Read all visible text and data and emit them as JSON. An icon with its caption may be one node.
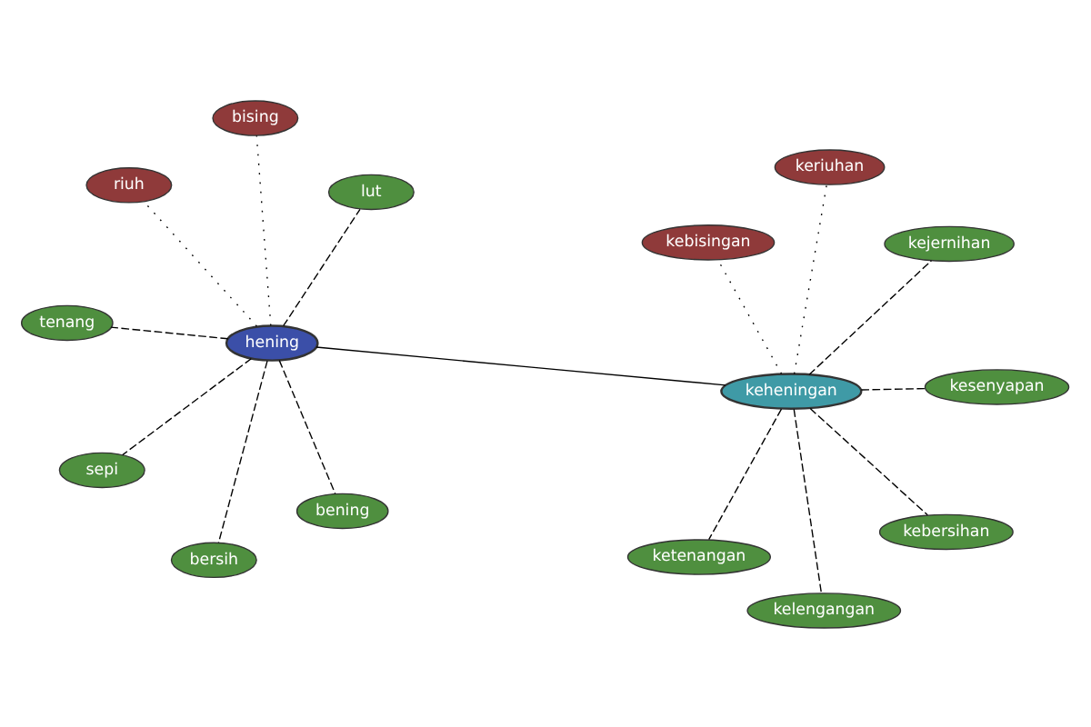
{
  "diagram": {
    "nodes": [
      {
        "text": [
          "lut"
        ]
      },
      {
        "text": [
          "sepi"
        ]
      },
      {
        "text": [
          "bening"
        ]
      },
      {
        "text": [
          "tenang"
        ]
      },
      {
        "text": [
          "bising"
        ]
      },
      {
        "text": [
          "bersih"
        ]
      },
      {
        "text": [
          "hening"
        ]
      },
      {
        "text": [
          "riuh"
        ]
      },
      {
        "text": [
          "kebisingan"
        ]
      },
      {
        "text": [
          "kebersihan"
        ]
      },
      {
        "text": [
          "kesenyapan"
        ]
      },
      {
        "text": [
          "keheningan"
        ]
      },
      {
        "text": [
          "kelengangan"
        ]
      },
      {
        "text": [
          "kejernihan"
        ]
      },
      {
        "text": [
          "ketenangan"
        ]
      },
      {
        "text": [
          "keriuhan"
        ]
      }
    ],
    "edges": [
      {
        "from": 6,
        "to": 0,
        "arrow": "none",
        "style": "dashed"
      },
      {
        "from": 6,
        "to": 1,
        "arrow": "none",
        "style": "dashed"
      },
      {
        "from": 6,
        "to": 2,
        "arrow": "none",
        "style": "dashed"
      },
      {
        "from": 6,
        "to": 3,
        "arrow": "none",
        "style": "dashed"
      },
      {
        "from": 6,
        "to": 4,
        "arrow": "none",
        "style": "dashed"
      },
      {
        "from": 6,
        "to": 5,
        "arrow": "none",
        "style": "dashed"
      },
      {
        "from": 6,
        "to": 7,
        "arrow": "none",
        "style": "dashed"
      },
      {
        "from": 6,
        "to": 11,
        "arrow": "none"
      },
      {
        "from": 11,
        "to": 8,
        "arrow": "none",
        "style": "dashed"
      },
      {
        "from": 11,
        "to": 9,
        "arrow": "none",
        "style": "dashed"
      },
      {
        "from": 11,
        "to": 10,
        "arrow": "none",
        "style": "dashed"
      },
      {
        "from": 11,
        "to": 12,
        "arrow": "none",
        "style": "dashed"
      },
      {
        "from": 11,
        "to": 13,
        "arrow": "none",
        "style": "dashed"
      },
      {
        "from": 11,
        "to": 14,
        "arrow": "none",
        "style": "dashed"
      },
      {
        "from": 11,
        "to": 15,
        "arrow": "none",
        "style": "dashed"
      }
    ]
  }
}
